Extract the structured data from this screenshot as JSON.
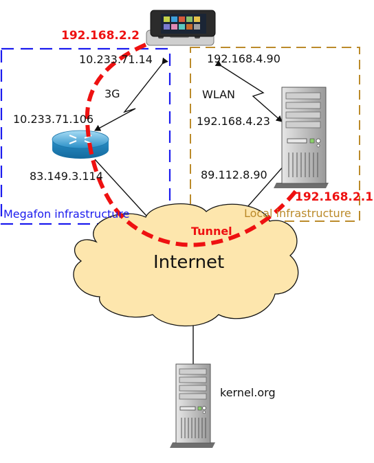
{
  "regions": {
    "megafon": {
      "label": "Megafon infrastructure",
      "color": "#1a1aee"
    },
    "local": {
      "label": "Local infrastructure",
      "color": "#bb8a2a"
    }
  },
  "cloud": {
    "label": "Internet",
    "fill": "#fde6ad"
  },
  "tunnel": {
    "label": "Tunnel",
    "color": "#ee1111"
  },
  "phone": {
    "ip_tunnel": "192.168.2.2",
    "ip_3g": "10.233.71.14",
    "ip_wlan": "192.168.4.90"
  },
  "links": {
    "label_3g": "3G",
    "label_wlan": "WLAN"
  },
  "router": {
    "ip_inner": "10.233.71.106",
    "ip_outer": "83.149.3.114"
  },
  "local_server": {
    "ip_wlan": "192.168.4.23",
    "ip_outer": "89.112.8.90",
    "ip_tunnel": "192.168.2.1"
  },
  "kernel_server": {
    "label": "kernel.org"
  }
}
